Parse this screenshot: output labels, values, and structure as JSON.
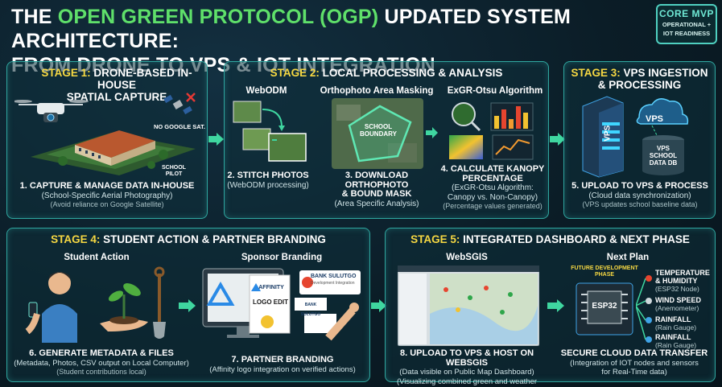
{
  "header": {
    "title_line1_a": "The ",
    "title_line1_b": "Open Green Protocol (OGP)",
    "title_line1_c": " Updated System Architecture:",
    "title_line2": "From Drone to VPS & IoT Integration"
  },
  "badge": {
    "line1": "CORE MVP",
    "line2a": "OPERATIONAL +",
    "line2b": "IOT READINESS"
  },
  "stage1": {
    "title_a": "Stage 1:",
    "title_b": "Drone-Based In-House",
    "title_c": "Spatial Capture",
    "no_google": "NO GOOGLE SAT.",
    "school_pilot_a": "SCHOOL",
    "school_pilot_b": "PILOT",
    "step": "1. Capture & Manage Data In-House",
    "desc": "(School-Specific Aerial Photography)",
    "note": "(Avoid reliance on Google Satellite)"
  },
  "stage2": {
    "title_a": "Stage 2:",
    "title_b": "Local Processing & Analysis",
    "col1_head": "WebODM",
    "col2_head": "Orthophoto Area Masking",
    "col3_head": "ExGR-Otsu Algorithm",
    "boundary_a": "SCHOOL",
    "boundary_b": "BOUNDARY",
    "step2": "2. Stitch Photos",
    "step2_desc": "(WebODM processing)",
    "step3a": "3. Download Orthophoto",
    "step3b": "& Bound Mask",
    "step3_desc": "(Area Specific Analysis)",
    "step4a": "4. Calculate Kanopy",
    "step4b": "Percentage",
    "step4_desc_a": "(ExGR-Otsu Algorithm:",
    "step4_desc_b": "Canopy vs. Non-Canopy)",
    "step4_note": "(Percentage values generated)"
  },
  "stage3": {
    "title_a": "Stage 3:",
    "title_b": "VPS Ingestion",
    "title_c": "& Processing",
    "vps": "VPS",
    "cloud_vps": "VPS",
    "db_a": "VPS",
    "db_b": "SCHOOL",
    "db_c": "DATA DB",
    "step": "5. Upload to VPS & Process",
    "desc": "(Cloud data synchronization)",
    "note": "(VPS updates school baseline data)"
  },
  "stage4": {
    "title_a": "Stage 4:",
    "title_b": "Student Action & Partner Branding",
    "col1_head": "Student Action",
    "col2_head": "Sponsor Branding",
    "affinity": "AFFINITY",
    "logo_edit": "LOGO EDIT",
    "bank_name": "BANK SULUTGO",
    "bank_sub": "Development Integration",
    "bank_small": "BANK SULUTGO",
    "step6": "6. Generate Metadata & Files",
    "step6_desc": "(Metadata, Photos, CSV output on Local Computer)",
    "step6_note": "(Student contributions local)",
    "step7": "7. Partner Branding",
    "step7_desc": "(Affinity logo integration on verified actions)"
  },
  "stage5": {
    "title_a": "Stage 5:",
    "title_b": "Integrated Dashboard & Next Phase",
    "col1_head": "WebSGIS",
    "col2_head": "Next Plan",
    "future_a": "FUTURE DEVELOPMENT",
    "future_b": "PHASE",
    "chip": "ESP32",
    "sensors": [
      {
        "name_a": "TEMPERATURE",
        "name_b": "& HUMIDITY",
        "sub": "(ESP32 Node)"
      },
      {
        "name_a": "WIND SPEED",
        "name_b": "",
        "sub": "(Anemometer)"
      },
      {
        "name_a": "RAINFALL",
        "name_b": "",
        "sub": "(Rain Gauge)"
      },
      {
        "name_a": "RAINFALL",
        "name_b": "",
        "sub": "(Rain Gauge)"
      }
    ],
    "step8": "8. Upload to VPS & Host on WebSGIS",
    "step8_desc": "(Data visible on Public Map Dashboard)",
    "step8_note": "(Visualizing combined green and weather metrics)",
    "step9": "Secure Cloud Data Transfer",
    "step9_desc_a": "(Integration of IOT nodes and sensors",
    "step9_desc_b": "for Real-Time data)"
  },
  "colors": {
    "accent": "#5fe06a",
    "stage_title": "#f6d842",
    "border": "#2fa7a0",
    "arrow": "#3fd6a0"
  }
}
